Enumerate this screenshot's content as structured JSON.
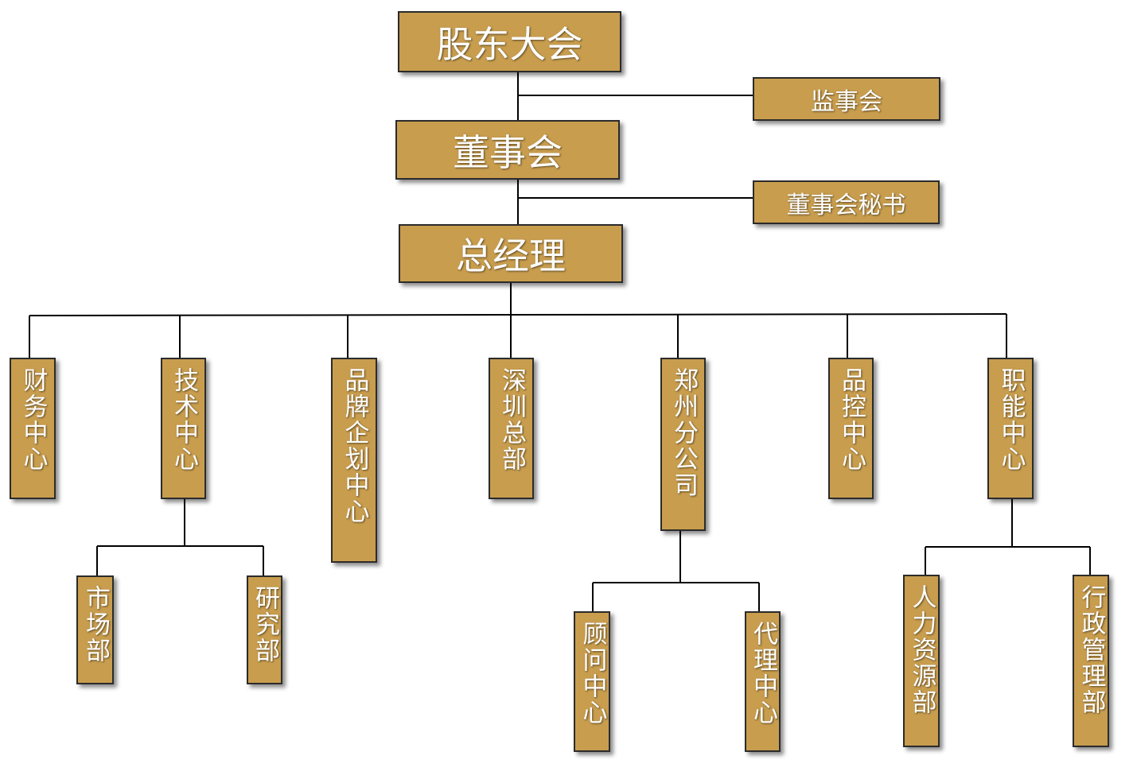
{
  "colors": {
    "box_fill": "#C89D4E",
    "box_border": "#2b2b2b",
    "text": "#ffffff",
    "line": "#000000"
  },
  "nodes": {
    "shareholders": "股东大会",
    "supervisors": "监事会",
    "board": "董事会",
    "board_secretary": "董事会秘书",
    "gm": "总经理",
    "finance": "财务中心",
    "tech": "技术中心",
    "brand": "品牌企划中心",
    "shenzhen": "深圳总部",
    "zhengzhou": "郑州分公司",
    "qc": "品控中心",
    "functions": "职能中心",
    "market": "市场部",
    "research": "研究部",
    "consulting": "顾问中心",
    "agency": "代理中心",
    "hr": "人力资源部",
    "admin": "行政管理部"
  }
}
